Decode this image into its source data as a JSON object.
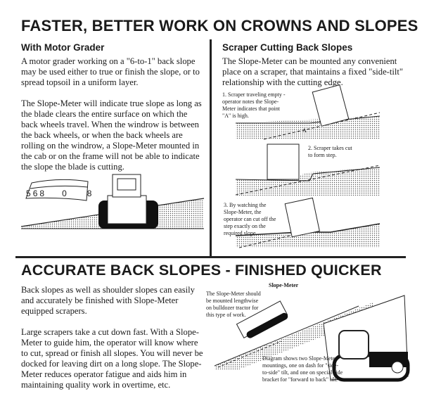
{
  "top_title": "FASTER, BETTER WORK ON CROWNS AND SLOPES",
  "left": {
    "heading": "With Motor Grader",
    "paragraphs": [
      "A motor grader working on a \"6-to-1\" back slope may be used either to true or finish the slope, or to spread topsoil in a uniform layer.",
      "The Slope-Meter will indicate true slope as long as the blade clears the entire surface on which the back wheels travel. When the windrow is between the back wheels, or when the back wheels are rolling on the windrow, a Slope-Meter mounted in the cab or on the frame will not be able to indicate the slope the blade is cutting."
    ],
    "dial_numbers": [
      "5",
      "6",
      "8",
      "0",
      "8"
    ]
  },
  "right": {
    "heading": "Scraper Cutting Back Slopes",
    "paragraph": "The Slope-Meter can be mounted any convenient place on a scraper, that maintains a fixed \"side-tilt\" relationship with the cutting edge.",
    "captions": [
      "1. Scraper traveling empty - operator notes the Slope-Meter indicates that point \"A\" is high.",
      "2. Scraper takes cut to form step.",
      "3. By watching the Slope-Meter, the operator can cut off the step exactly on the required slope."
    ],
    "point_label": "A"
  },
  "bottom_title": "ACCURATE BACK SLOPES - FINISHED QUICKER",
  "bottom": {
    "paragraphs": [
      "Back slopes as well as shoulder slopes can easily and accurately be finished with Slope-Meter equipped scrapers.",
      "Large scrapers take a cut down fast. With a Slope-Meter to guide him, the operator will know where to cut, spread or finish all slopes. You will never be docked for leaving dirt on a long slope. The Slope-Meter reduces operator fatigue and aids him in maintaining quality work in overtime, etc."
    ],
    "callout_label": "Slope-Meter",
    "caption_mount": "The Slope-Meter should be mounted lengthwise on bulldozer tractor for this type of work.",
    "caption_diagram": "Diagram shows two Slope-Meter mountings, one on dash for \"side-to-side\" tilt, and one on special side bracket for \"forward to back\" tilt."
  }
}
